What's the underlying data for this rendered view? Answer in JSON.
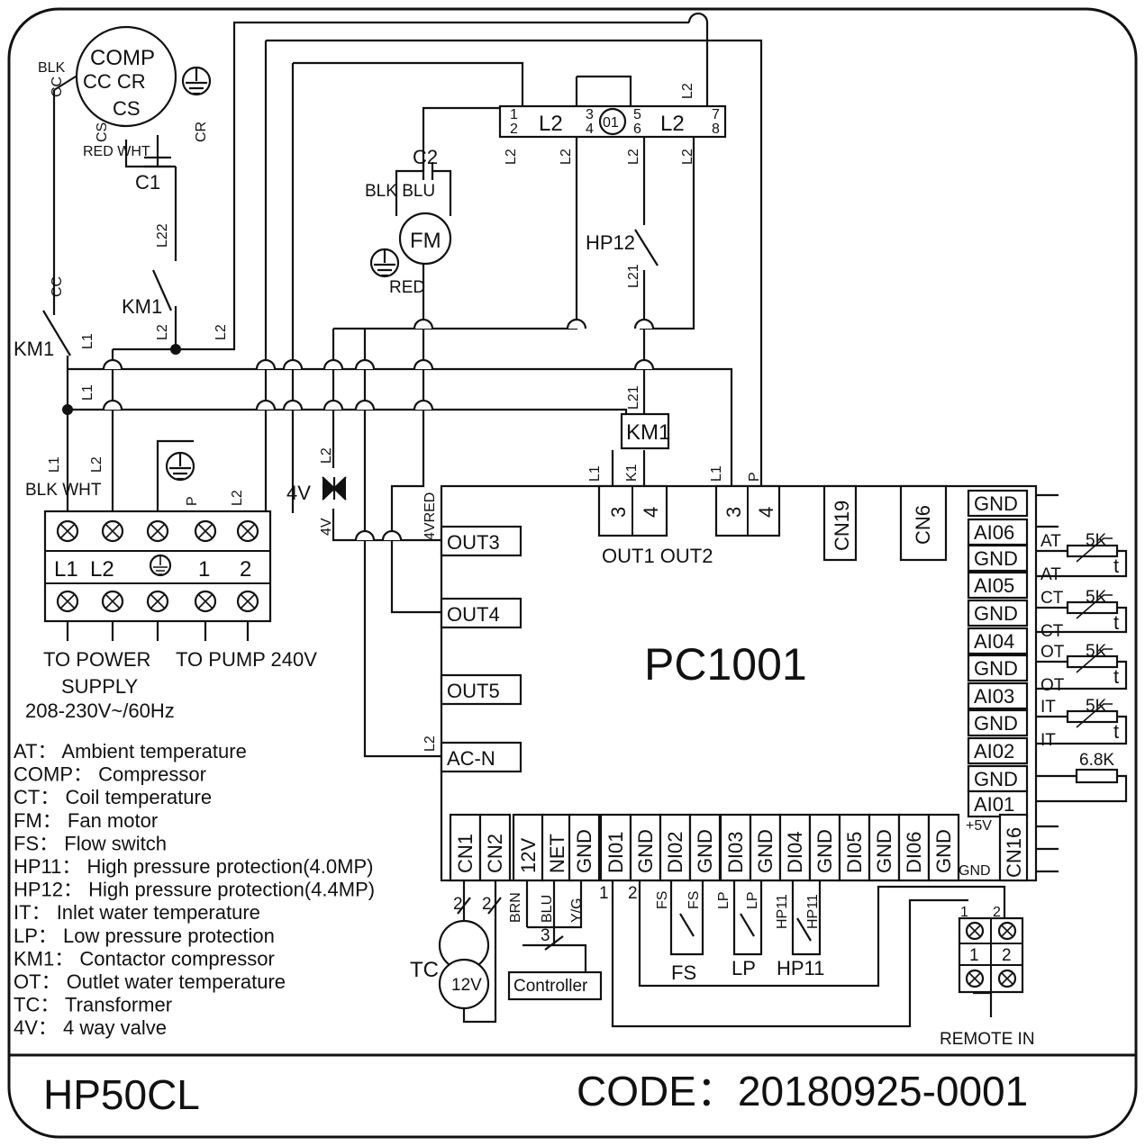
{
  "model": "HP50CL",
  "code_label": "CODE",
  "code_sep": "：",
  "code_value": "20180925-0001",
  "board": {
    "name": "PC1001",
    "left_outputs": [
      "OUT3",
      "OUT4",
      "OUT5",
      "AC-N"
    ],
    "out3_wire": "4VRED",
    "acn_wire": "L2",
    "relay_pins": [
      "3",
      "4",
      "3",
      "4"
    ],
    "relay_labels": "OUT1 OUT2",
    "relay_wires": [
      "L1",
      "K1",
      "L1",
      "P"
    ],
    "connectors_top": [
      "CN19",
      "CN6"
    ],
    "right_pins": [
      "GND",
      "AI06",
      "GND",
      "AI05",
      "GND",
      "AI04",
      "GND",
      "AI03",
      "GND",
      "AI02",
      "GND",
      "AI01"
    ],
    "bottom_pins": [
      "CN1",
      "CN2",
      "12V",
      "NET",
      "GND",
      "DI01",
      "GND",
      "DI02",
      "GND",
      "DI03",
      "GND",
      "DI04",
      "GND",
      "DI05",
      "GND",
      "DI06",
      "GND"
    ],
    "cn16": "CN16",
    "cn16_plus": "+5V",
    "cn16_gnd": "GND"
  },
  "sensors": [
    {
      "tag": "AT",
      "value": "5K",
      "symbol": "t"
    },
    {
      "tag": "CT",
      "value": "5K",
      "symbol": "t"
    },
    {
      "tag": "OT",
      "value": "5K",
      "symbol": "t"
    },
    {
      "tag": "IT",
      "value": "5K",
      "symbol": "t"
    }
  ],
  "resistor_value": "6.8K",
  "compressor": {
    "name": "COMP",
    "terms": "CC CR",
    "cs": "CS",
    "blk": "BLK",
    "cc": "CC",
    "cs_side": "CS",
    "cr_side": "CR",
    "red_wht": "RED WHT",
    "cap": "C1"
  },
  "fan": {
    "name": "FM",
    "cap": "C2",
    "blk_blu": "BLK BLU",
    "red": "RED"
  },
  "contactor": {
    "name": "KM1",
    "cc": "CC",
    "l1": "L1",
    "l2": "L2",
    "l22": "L22",
    "l21": "L21"
  },
  "terminal_block_top": {
    "term1": "L2",
    "term2": "L2",
    "mid": "01",
    "pins": [
      "1",
      "2",
      "3",
      "4",
      "5",
      "6",
      "7",
      "8"
    ]
  },
  "wire_labels": {
    "l1": "L1",
    "l2": "L2",
    "p": "P",
    "blk_wht": "BLK WHT",
    "l21": "L21",
    "hp12": "HP12",
    "valve": "4V"
  },
  "power_block": {
    "labels": [
      "L1",
      "L2",
      "",
      "1",
      "2"
    ],
    "to_power": "TO POWER",
    "to_pump": "TO PUMP 240V",
    "supply": "SUPPLY",
    "voltage": "208-230V~/60Hz"
  },
  "transformer": {
    "name": "TC",
    "volt": "12V",
    "two": "2"
  },
  "controller": {
    "name": "Controller",
    "wires": [
      "BRN",
      "BLU",
      "Y/G"
    ],
    "count": "3"
  },
  "switches": [
    {
      "name": "FS"
    },
    {
      "name": "LP"
    },
    {
      "name": "HP11"
    }
  ],
  "remote": {
    "label": "REMOTE IN",
    "n1": "1",
    "n2": "2"
  },
  "legend": [
    {
      "abbr": "AT",
      "desc": "Ambient temperature"
    },
    {
      "abbr": "COMP",
      "desc": "Compressor"
    },
    {
      "abbr": "CT",
      "desc": "Coil temperature"
    },
    {
      "abbr": "FM",
      "desc": "Fan motor"
    },
    {
      "abbr": "FS",
      "desc": "Flow switch"
    },
    {
      "abbr": "HP11",
      "desc": "High pressure protection(4.0MP)"
    },
    {
      "abbr": "HP12",
      "desc": "High pressure protection(4.4MP)"
    },
    {
      "abbr": "IT",
      "desc": "Inlet water temperature"
    },
    {
      "abbr": "LP",
      "desc": "Low pressure protection"
    },
    {
      "abbr": "KM1",
      "desc": "Contactor compressor"
    },
    {
      "abbr": "OT",
      "desc": "Outlet water temperature"
    },
    {
      "abbr": "TC",
      "desc": "Transformer"
    },
    {
      "abbr": "4V",
      "desc": "4 way valve"
    }
  ]
}
